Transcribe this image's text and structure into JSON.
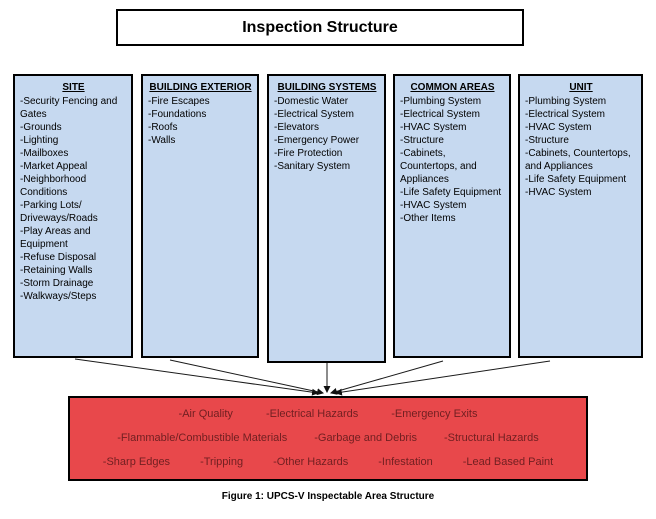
{
  "title": "Inspection Structure",
  "columns": [
    {
      "heading": "SITE",
      "items": [
        "-Security Fencing and Gates",
        "-Grounds",
        "-Lighting",
        "-Mailboxes",
        "-Market Appeal",
        "-Neighborhood Conditions",
        "-Parking Lots/Driveways/Roads",
        "-Play Areas and Equipment",
        "-Refuse Disposal",
        "-Retaining Walls",
        "-Storm Drainage",
        "-Walkways/Steps"
      ]
    },
    {
      "heading": "BUILDING EXTERIOR",
      "items": [
        "-Fire Escapes",
        "-Foundations",
        "-Roofs",
        "-Walls"
      ]
    },
    {
      "heading": "BUILDING SYSTEMS",
      "items": [
        "-Domestic Water",
        "-Electrical System",
        "-Elevators",
        "-Emergency Power",
        "-Fire Protection",
        "-Sanitary System"
      ]
    },
    {
      "heading": "COMMON AREAS",
      "items": [
        "-Plumbing System",
        "-Electrical System",
        "-HVAC System",
        "-Structure",
        "-Cabinets, Countertops, and Appliances",
        "-Life Safety Equipment",
        "-HVAC System",
        "-Other Items"
      ]
    },
    {
      "heading": "UNIT",
      "items": [
        "-Plumbing System",
        "-Electrical System",
        "-HVAC System",
        "-Structure",
        "-Cabinets, Countertops, and Appliances",
        "-Life Safety Equipment",
        "-HVAC System"
      ]
    }
  ],
  "hazards_lines": [
    [
      "-Air Quality",
      "-Electrical Hazards",
      "-Emergency Exits"
    ],
    [
      "-Flammable/Combustible Materials",
      "-Garbage and Debris",
      "-Structural Hazards"
    ],
    [
      "-Sharp Edges",
      "-Tripping",
      "-Other Hazards",
      "-Infestation",
      "-Lead Based Paint"
    ]
  ],
  "caption": "Figure 1: UPCS-V Inspectable Area Structure",
  "colors": {
    "category_fill": "#c6d9f0",
    "category_border": "#000000",
    "hazard_fill": "#e8484b",
    "hazard_border": "#000000",
    "hazard_text": "#701f21",
    "title_fill": "#ffffff",
    "text_color": "#000000"
  }
}
